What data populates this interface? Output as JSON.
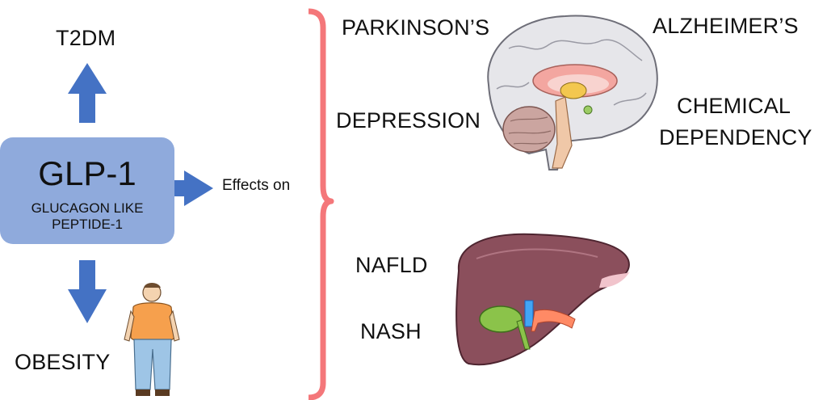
{
  "colors": {
    "box": "#8faadc",
    "arrow": "#4472c4",
    "bracket": "#f4777a"
  },
  "glp": {
    "title": "GLP-1",
    "subtitle_line1": "GLUCAGON LIKE",
    "subtitle_line2": "PEPTIDE-1"
  },
  "outcomes": {
    "top": "T2DM",
    "bottom": "OBESITY",
    "effects": "Effects on"
  },
  "brain_conditions": {
    "parkinsons": "PARKINSON’S",
    "alzheimers": "ALZHEIMER’S",
    "depression": "DEPRESSION",
    "chemical_line1": "CHEMICAL",
    "chemical_line2": "DEPENDENCY"
  },
  "liver_conditions": {
    "nafld": "NAFLD",
    "nash": "NASH"
  }
}
